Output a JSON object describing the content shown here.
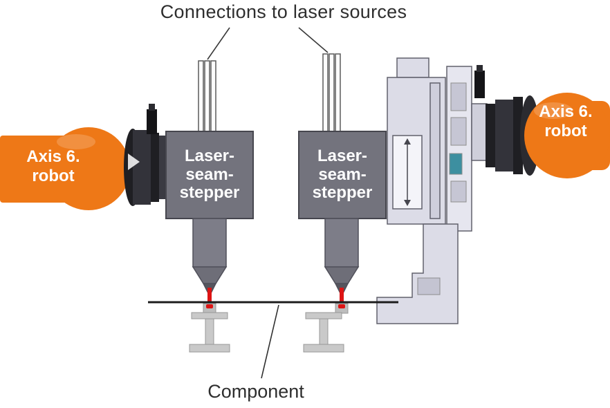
{
  "figure": {
    "title": "Connections to laser sources",
    "component_label": "Component",
    "robots": {
      "left": {
        "line1": "Axis 6.",
        "line2": "robot"
      },
      "right": {
        "line1": "Axis 6.",
        "line2": "robot"
      }
    },
    "steppers": {
      "left": {
        "line1": "Laser-",
        "line2": "seam-",
        "line3": "stepper"
      },
      "right": {
        "line1": "Laser-",
        "line2": "seam-",
        "line3": "stepper"
      }
    },
    "colors": {
      "robot_orange": "#ee7817",
      "stepper_gray": "#73737d",
      "laser_red": "#dd1414",
      "machinery_light": "#dcdce7",
      "line_black": "#1c1c1c"
    }
  }
}
